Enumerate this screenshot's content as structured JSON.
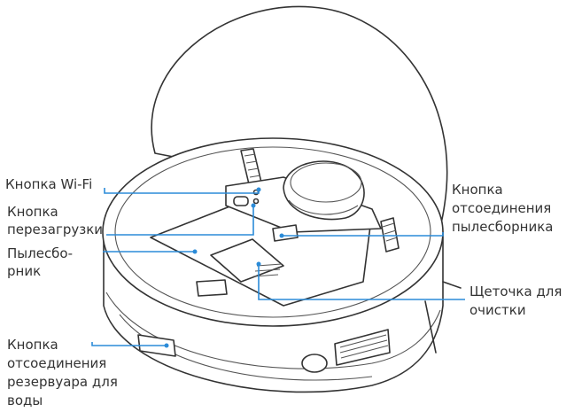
{
  "labels": {
    "wifi": "Кнопка Wi-Fi",
    "reset_1": "Кнопка",
    "reset_2": "перезагрузки",
    "dust_1": "Пылесбо-",
    "dust_2": "рник",
    "dust_release_1": "Кнопка",
    "dust_release_2": "отсоединения",
    "dust_release_3": "пылесборника",
    "brush_1": "Щеточка для",
    "brush_2": "очистки",
    "tank_1": "Кнопка",
    "tank_2": "отсоединения",
    "tank_3": "резервуара для",
    "tank_4": "воды"
  },
  "colors": {
    "callout": "#2b8bd8",
    "outline": "#333333",
    "text": "#333333"
  }
}
